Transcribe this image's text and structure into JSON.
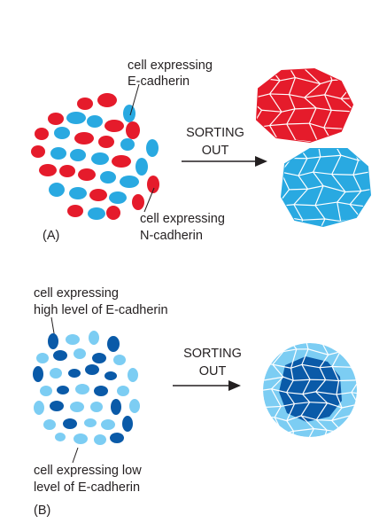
{
  "panel_a": {
    "label": "(A)",
    "label_e_line1": "cell expressing",
    "label_e_line2": "E-cadherin",
    "label_n_line1": "cell expressing",
    "label_n_line2": "N-cadherin",
    "arrow_line1": "SORTING",
    "arrow_line2": "OUT",
    "colors": {
      "e_cadherin": "#29a9e1",
      "n_cadherin": "#e51b2b",
      "membrane": "#ffffff"
    }
  },
  "panel_b": {
    "label": "(B)",
    "label_high_line1": "cell expressing",
    "label_high_line2": "high level of E-cadherin",
    "label_low_line1": "cell expressing low",
    "label_low_line2": "level of E-cadherin",
    "arrow_line1": "SORTING",
    "arrow_line2": "OUT",
    "colors": {
      "high": "#0a5aa8",
      "low": "#7ccdf3",
      "membrane": "#ffffff"
    }
  }
}
